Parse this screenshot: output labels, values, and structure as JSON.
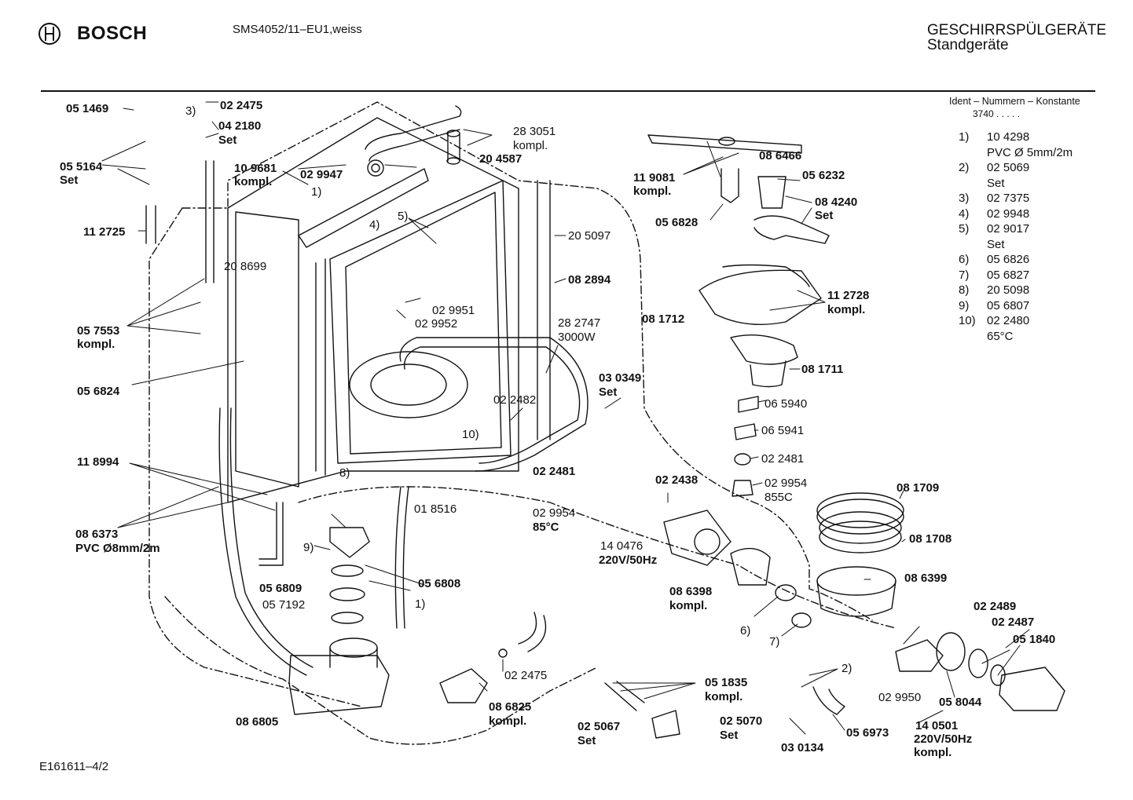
{
  "header": {
    "brand": "BOSCH",
    "model": "SMS4052/11–EU1,weiss",
    "category_line1": "GESCHIRRSPÜLGERÄTE",
    "category_line2": "Standgeräte"
  },
  "legend": {
    "title": "Ident – Nummern – Konstante",
    "constant": "3740 . . . . .",
    "rows": [
      {
        "n": "1)",
        "v": "10 4298"
      },
      {
        "n": "",
        "v": "PVC Ø 5mm/2m"
      },
      {
        "n": "2)",
        "v": "02 5069"
      },
      {
        "n": "",
        "v": "Set"
      },
      {
        "n": "3)",
        "v": "02 7375"
      },
      {
        "n": "4)",
        "v": "02 9948"
      },
      {
        "n": "5)",
        "v": "02 9017"
      },
      {
        "n": "",
        "v": "Set"
      },
      {
        "n": "6)",
        "v": "05 6826"
      },
      {
        "n": "7)",
        "v": "05 6827"
      },
      {
        "n": "8)",
        "v": "20 5098"
      },
      {
        "n": "9)",
        "v": "05 6807"
      },
      {
        "n": "10)",
        "v": "02 2480"
      },
      {
        "n": "",
        "v": "65°C"
      }
    ]
  },
  "labels": {
    "l_051469": "05 1469",
    "l_3": "3)",
    "l_022475a": "02 2475",
    "l_042180": "04 2180",
    "l_set1": "Set",
    "l_055164": "05 5164",
    "l_set2": "Set",
    "l_109681": "10 9681",
    "l_kompl1": "kompl.",
    "l_112725": "11 2725",
    "l_208699": "20 8699",
    "l_057553": "05 7553",
    "l_kompl2": "kompl.",
    "l_056824": "05 6824",
    "l_118994": "11 8994",
    "l_086373": "08 6373",
    "l_pvc8": "PVC Ø8mm/2m",
    "l_283051": "28 3051",
    "l_kompl3": "kompl.",
    "l_029947": "02 9947",
    "l_204587": "20 4587",
    "l_1a": "1)",
    "l_5": "5)",
    "l_4": "4)",
    "l_205097": "20 5097",
    "l_082894": "08 2894",
    "l_029951": "02 9951",
    "l_029952": "02 9952",
    "l_282747": "28 2747",
    "l_3000w": "3000W",
    "l_030349": "03 0349",
    "l_set3": "Set",
    "l_022482": "02 2482",
    "l_10": "10)",
    "l_8": "8)",
    "l_022481a": "02 2481",
    "l_018516": "01 8516",
    "l_029954a": "02 9954",
    "l_85c": "85°C",
    "l_9": "9)",
    "l_056809": "05 6809",
    "l_057192": "05 7192",
    "l_056808": "05 6808",
    "l_1b": "1)",
    "l_022475b": "02 2475",
    "l_086805": "08 6805",
    "l_086825": "08 6825",
    "l_kompl4": "kompl.",
    "l_025067": "02 5067",
    "l_set4": "Set",
    "l_051835": "05 1835",
    "l_kompl5": "kompl.",
    "l_025070": "02 5070",
    "l_set5": "Set",
    "l_030134": "03 0134",
    "l_056973": "05 6973",
    "l_2": "2)",
    "l_119081": "11 9081",
    "l_kompl6": "kompl.",
    "l_086466": "08 6466",
    "l_056232": "05 6232",
    "l_084240": "08 4240",
    "l_set6": "Set",
    "l_056828": "05 6828",
    "l_112728": "11 2728",
    "l_kompl7": "kompl.",
    "l_081712": "08 1712",
    "l_081711": "08 1711",
    "l_065940": "06 5940",
    "l_065941": "06 5941",
    "l_022481b": "02 2481",
    "l_029954b": "02 9954",
    "l_855c": "855C",
    "l_022438": "02 2438",
    "l_081709": "08 1709",
    "l_081708": "08 1708",
    "l_140476": "14 0476",
    "l_220v1": "220V/50Hz",
    "l_086398": "08 6398",
    "l_kompl8": "kompl.",
    "l_086399": "08 6399",
    "l_6": "6)",
    "l_7": "7)",
    "l_022489": "02 2489",
    "l_022487": "02 2487",
    "l_051840": "05 1840",
    "l_029950": "02 9950",
    "l_058044": "05 8044",
    "l_140501": "14 0501",
    "l_220v2": "220V/50Hz",
    "l_kompl9": "kompl."
  },
  "footer": {
    "code": "E161611–4/2"
  }
}
